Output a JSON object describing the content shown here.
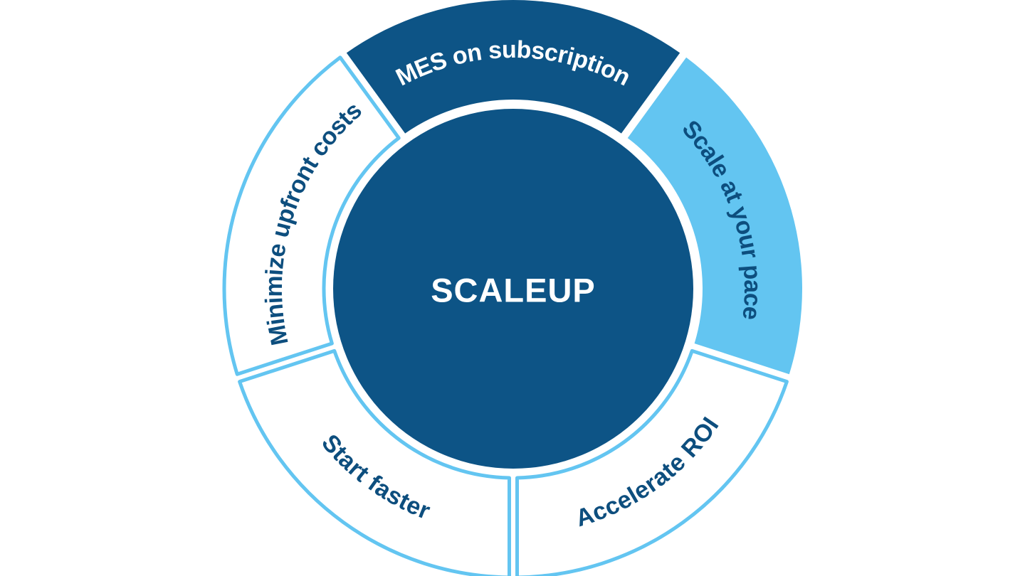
{
  "diagram": {
    "center_label": "SCALEUP",
    "colors": {
      "navy": "#0d5486",
      "light_blue": "#63c5f1",
      "text_navy": "#0d4e7e",
      "white": "#ffffff"
    },
    "segments": [
      {
        "id": "mes-on-subscription",
        "label": "MES on subscription",
        "fill": "navy",
        "text_color": "white",
        "start": 126,
        "end": 54,
        "text_flow": "cw"
      },
      {
        "id": "scale-at-your-pace",
        "label": "Scale at your pace",
        "fill": "light_blue",
        "text_color": "navy",
        "start": 54,
        "end": -18,
        "text_flow": "cw"
      },
      {
        "id": "accelerate-roi",
        "label": "Accelerate ROI",
        "fill": "white_outlined",
        "text_color": "navy",
        "start": -18,
        "end": -90,
        "text_flow": "ccw"
      },
      {
        "id": "start-faster",
        "label": "Start faster",
        "fill": "white_outlined",
        "text_color": "navy",
        "start": -90,
        "end": -162,
        "text_flow": "ccw"
      },
      {
        "id": "minimize-upfront-costs",
        "label": "Minimize upfront costs",
        "fill": "white_outlined",
        "text_color": "navy",
        "start": -162,
        "end": -234,
        "text_flow": "cw"
      }
    ]
  }
}
